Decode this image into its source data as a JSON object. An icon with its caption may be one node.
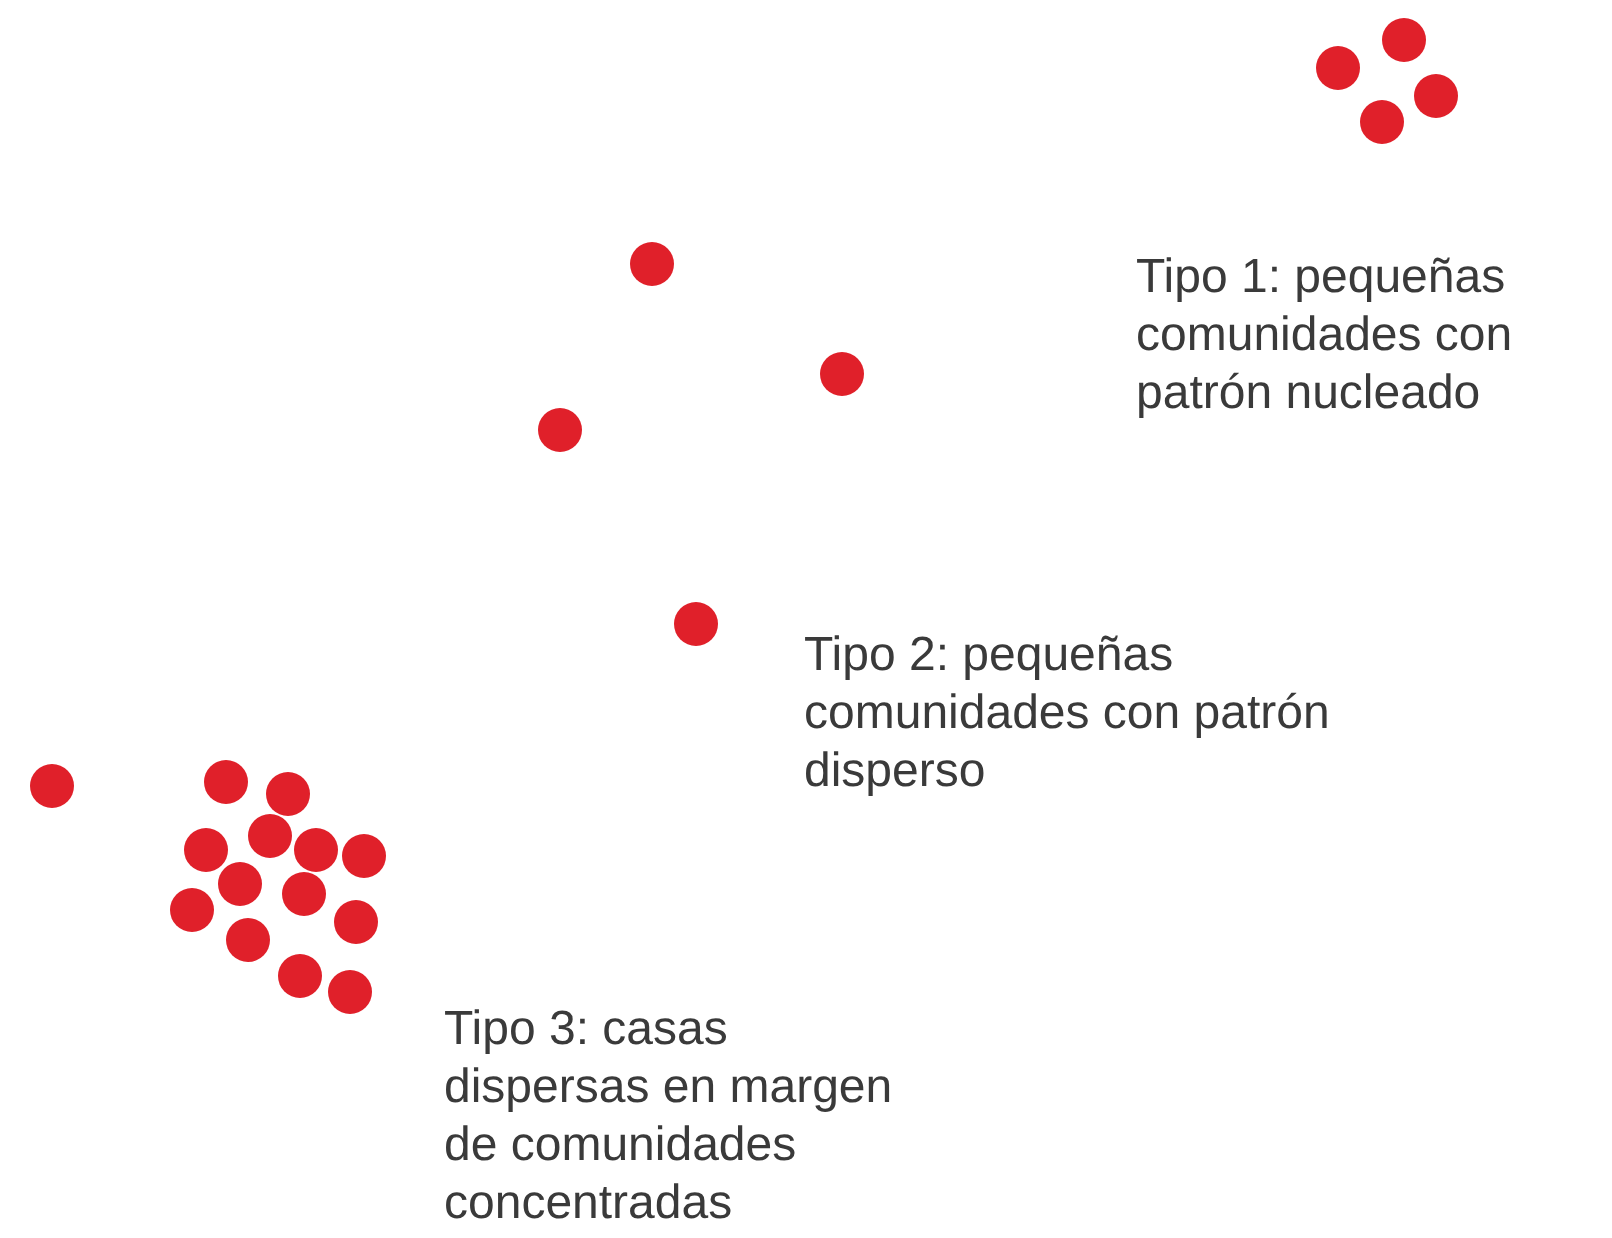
{
  "diagram": {
    "labels": [
      "Tipo 1: pequeñas comunidades con patrón nucleado",
      "Tipo 2: pequeñas comunidades con patrón disperso",
      "Tipo 3: casas dispersas en margen de comunidades concentradas"
    ]
  }
}
